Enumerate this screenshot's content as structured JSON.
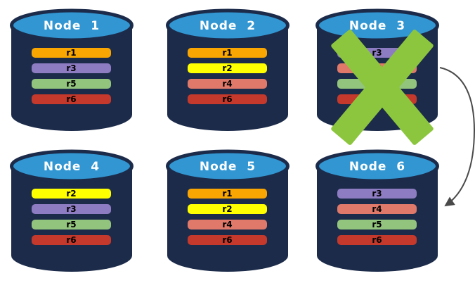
{
  "colors": {
    "cylinder_body": "#1C2B4A",
    "cylinder_top": "#3196D2",
    "x_mark": "#8CC63E",
    "arrow": "#4A4A4A",
    "replica_r1": "#F9A602",
    "replica_r2": "#FFFF00",
    "replica_r3": "#8E7CC3",
    "replica_r4": "#E0796A",
    "replica_r5": "#93C47D",
    "replica_r6": "#C4392B"
  },
  "nodes": [
    {
      "label": "Node  1",
      "replicas": [
        {
          "label": "r1",
          "color": "#F9A602"
        },
        {
          "label": "r3",
          "color": "#8E7CC3"
        },
        {
          "label": "r5",
          "color": "#93C47D"
        },
        {
          "label": "r6",
          "color": "#C4392B"
        }
      ]
    },
    {
      "label": "Node  2",
      "replicas": [
        {
          "label": "r1",
          "color": "#F9A602"
        },
        {
          "label": "r2",
          "color": "#FFFF00"
        },
        {
          "label": "r4",
          "color": "#E0796A"
        },
        {
          "label": "r6",
          "color": "#C4392B"
        }
      ]
    },
    {
      "label": "Node  3",
      "replicas": [
        {
          "label": "r3",
          "color": "#8E7CC3"
        },
        {
          "label": "r4",
          "color": "#E0796A"
        },
        {
          "label": "r5",
          "color": "#93C47D"
        },
        {
          "label": "r6",
          "color": "#C4392B"
        }
      ]
    },
    {
      "label": "Node  4",
      "replicas": [
        {
          "label": "r2",
          "color": "#FFFF00"
        },
        {
          "label": "r3",
          "color": "#8E7CC3"
        },
        {
          "label": "r5",
          "color": "#93C47D"
        },
        {
          "label": "r6",
          "color": "#C4392B"
        }
      ]
    },
    {
      "label": "Node  5",
      "replicas": [
        {
          "label": "r1",
          "color": "#F9A602"
        },
        {
          "label": "r2",
          "color": "#FFFF00"
        },
        {
          "label": "r4",
          "color": "#E0796A"
        },
        {
          "label": "r6",
          "color": "#C4392B"
        }
      ]
    },
    {
      "label": "Node  6",
      "replicas": [
        {
          "label": "r3",
          "color": "#8E7CC3"
        },
        {
          "label": "r4",
          "color": "#E0796A"
        },
        {
          "label": "r5",
          "color": "#93C47D"
        },
        {
          "label": "r6",
          "color": "#C4392B"
        }
      ]
    }
  ],
  "annotations": {
    "failed_node": "Node  3",
    "failover_target": "Node  6"
  }
}
